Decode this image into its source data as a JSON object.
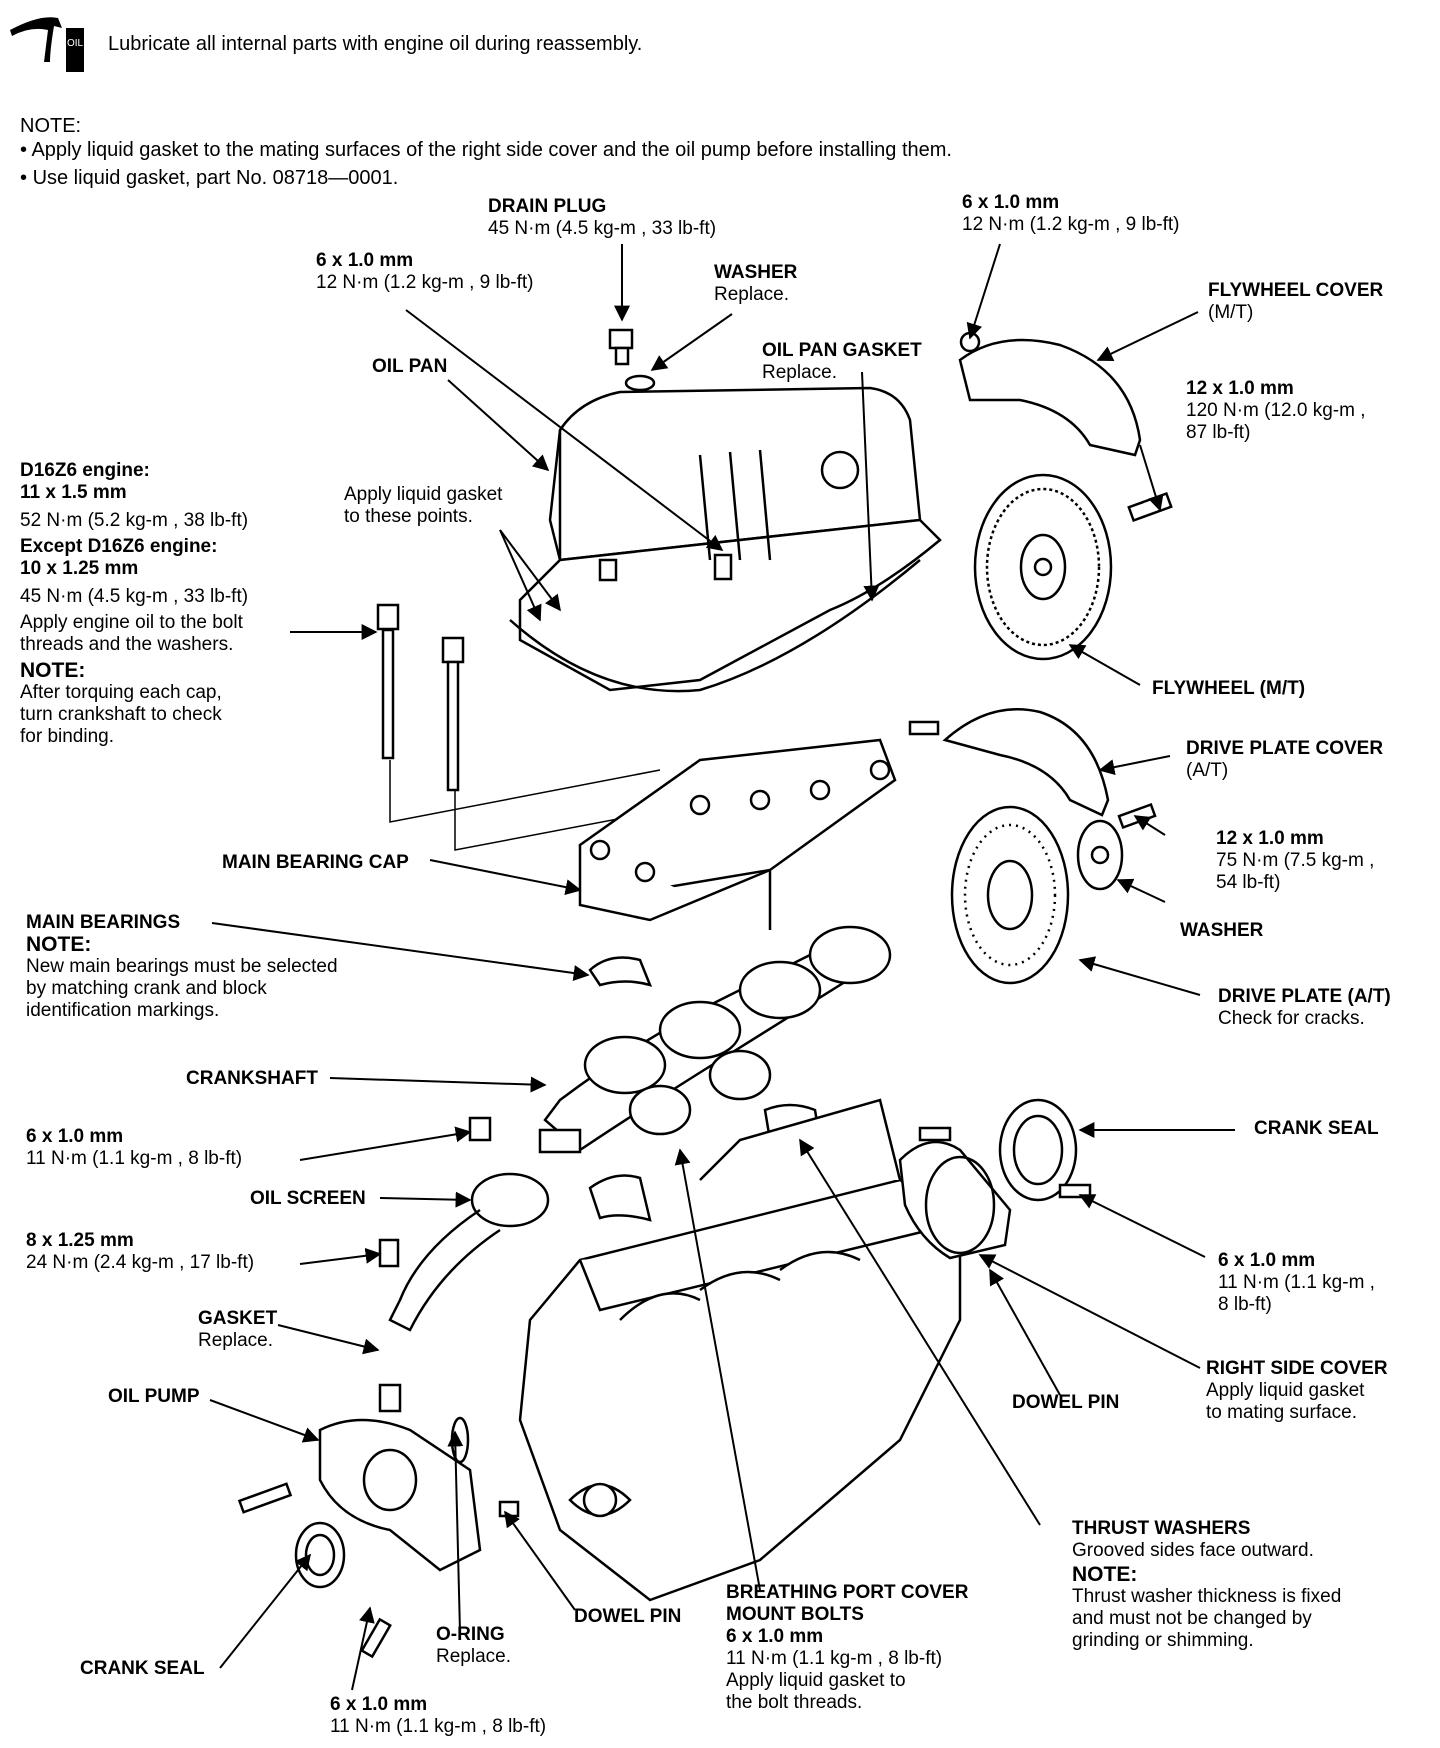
{
  "header": {
    "lubricate_text": "Lubricate all internal parts with engine oil during reassembly.",
    "note_title": "NOTE:",
    "note_items": [
      "Apply liquid gasket to the mating surfaces of the right side cover and the oil pump before installing them.",
      "Use liquid gasket, part No. 08718—0001."
    ]
  },
  "labels": {
    "drain_plug": {
      "name": "DRAIN PLUG",
      "spec": "45 N·m (4.5 kg-m , 33 lb-ft)"
    },
    "bolt_top_left": {
      "size": "6 x 1.0 mm",
      "spec": "12 N·m (1.2 kg-m , 9 lb-ft)"
    },
    "washer_top": {
      "name": "WASHER",
      "note": "Replace."
    },
    "oil_pan": {
      "name": "OIL PAN"
    },
    "oil_pan_gasket": {
      "name": "OIL PAN GASKET",
      "note": "Replace."
    },
    "bolt_top_right": {
      "size": "6 x 1.0 mm",
      "spec": "12 N·m (1.2 kg-m , 9 lb-ft)"
    },
    "flywheel_cover": {
      "name": "FLYWHEEL COVER",
      "note": "(M/T)"
    },
    "flywheel_bolt": {
      "size": "12 x 1.0 mm",
      "spec1": "120 N·m (12.0 kg-m ,",
      "spec2": "87 lb-ft)"
    },
    "main_cap_bolts": {
      "d16_title": "D16Z6 engine:",
      "d16_size": "11 x 1.5 mm",
      "d16_spec": "52 N·m (5.2 kg-m , 38 lb-ft)",
      "except_title": "Except D16Z6 engine:",
      "except_size": "10 x 1.25 mm",
      "except_spec": "45 N·m (4.5 kg-m , 33 lb-ft)",
      "oil_note1": "Apply engine oil to the bolt",
      "oil_note2": "threads and the washers.",
      "note_title": "NOTE:",
      "note1": "After torquing each cap,",
      "note2": "turn crankshaft to check",
      "note3": "for binding."
    },
    "liquid_gasket_points": {
      "line1": "Apply liquid gasket",
      "line2": "to these points."
    },
    "flywheel": {
      "name": "FLYWHEEL (M/T)"
    },
    "drive_plate_cover": {
      "name": "DRIVE PLATE COVER",
      "note": "(A/T)"
    },
    "drive_plate_bolt": {
      "size": "12 x 1.0 mm",
      "spec1": "75 N·m (7.5 kg-m ,",
      "spec2": "54 lb-ft)"
    },
    "washer_right": {
      "name": "WASHER"
    },
    "main_bearing_cap": {
      "name": "MAIN BEARING CAP"
    },
    "main_bearings": {
      "name": "MAIN BEARINGS",
      "note_title": "NOTE:",
      "note1": "New main bearings must be selected",
      "note2": "by matching crank and block",
      "note3": "identification markings."
    },
    "drive_plate": {
      "name": "DRIVE PLATE (A/T)",
      "note": "Check for cracks."
    },
    "crankshaft": {
      "name": "CRANKSHAFT"
    },
    "crank_seal_right": {
      "name": "CRANK SEAL"
    },
    "screen_bolt": {
      "size": "6 x 1.0 mm",
      "spec": "11 N·m (1.1 kg-m , 8 lb-ft)"
    },
    "oil_screen": {
      "name": "OIL SCREEN"
    },
    "pickup_bolt": {
      "size": "8 x 1.25 mm",
      "spec": "24 N·m (2.4 kg-m , 17 lb-ft)"
    },
    "right_cover_bolt": {
      "size": "6 x 1.0 mm",
      "spec1": "11 N·m (1.1 kg-m ,",
      "spec2": "8 lb-ft)"
    },
    "gasket": {
      "name": "GASKET",
      "note": "Replace."
    },
    "right_side_cover": {
      "name": "RIGHT SIDE COVER",
      "note1": "Apply liquid gasket",
      "note2": "to mating surface."
    },
    "oil_pump": {
      "name": "OIL PUMP"
    },
    "dowel_pin_right": {
      "name": "DOWEL PIN"
    },
    "thrust_washers": {
      "name": "THRUST WASHERS",
      "note": "Grooved sides face outward.",
      "note_title": "NOTE:",
      "note1": "Thrust washer thickness is fixed",
      "note2": "and must not be changed by",
      "note3": "grinding or shimming."
    },
    "breathing_port": {
      "name1": "BREATHING PORT COVER",
      "name2": "MOUNT BOLTS",
      "size": "6 x 1.0 mm",
      "spec": "11 N·m (1.1 kg-m , 8 lb-ft)",
      "note1": "Apply liquid gasket to",
      "note2": "the bolt threads."
    },
    "dowel_pin_bottom": {
      "name": "DOWEL PIN"
    },
    "o_ring": {
      "name": "O-RING",
      "note": "Replace."
    },
    "crank_seal_left": {
      "name": "CRANK SEAL"
    },
    "pump_bolt": {
      "size": "6 x 1.0 mm",
      "spec": "11 N·m (1.1 kg-m , 8 lb-ft)"
    }
  },
  "icons": [
    "oil-can-icon"
  ]
}
